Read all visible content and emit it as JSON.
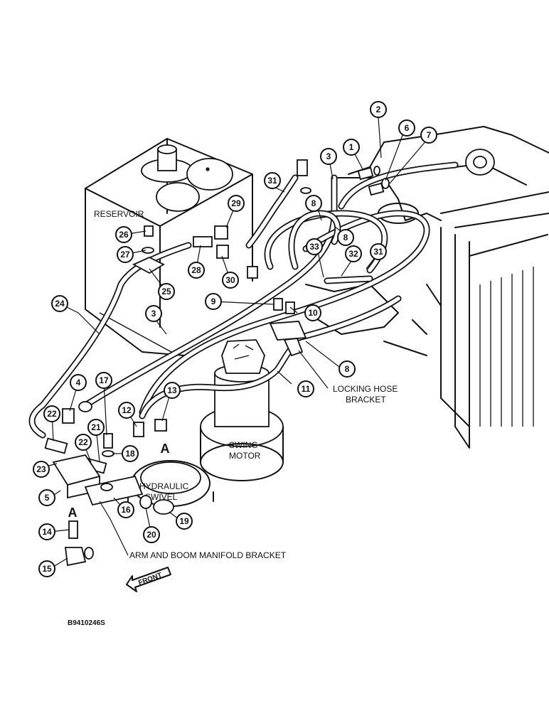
{
  "labels": {
    "reservoir": "RESERVOIR",
    "swing_motor_line1": "SWING",
    "swing_motor_line2": "MOTOR",
    "hydraulic_swivel_line1": "HYDRAULIC",
    "hydraulic_swivel_line2": "SWIVEL",
    "locking_hose_bracket_line1": "LOCKING HOSE",
    "locking_hose_bracket_line2": "BRACKET",
    "arm_boom_manifold_bracket": "ARM AND BOOM MANIFOLD BRACKET",
    "front": "FRONT",
    "view_a_top": "A",
    "view_a_bottom": "A",
    "figure_id": "B9410246S"
  },
  "callouts": [
    "1",
    "2",
    "3",
    "3",
    "4",
    "5",
    "6",
    "7",
    "8",
    "8",
    "8",
    "9",
    "10",
    "11",
    "12",
    "13",
    "14",
    "15",
    "16",
    "17",
    "18",
    "19",
    "20",
    "21",
    "22",
    "22",
    "23",
    "24",
    "25",
    "26",
    "27",
    "28",
    "29",
    "30",
    "31",
    "31",
    "32",
    "33"
  ]
}
